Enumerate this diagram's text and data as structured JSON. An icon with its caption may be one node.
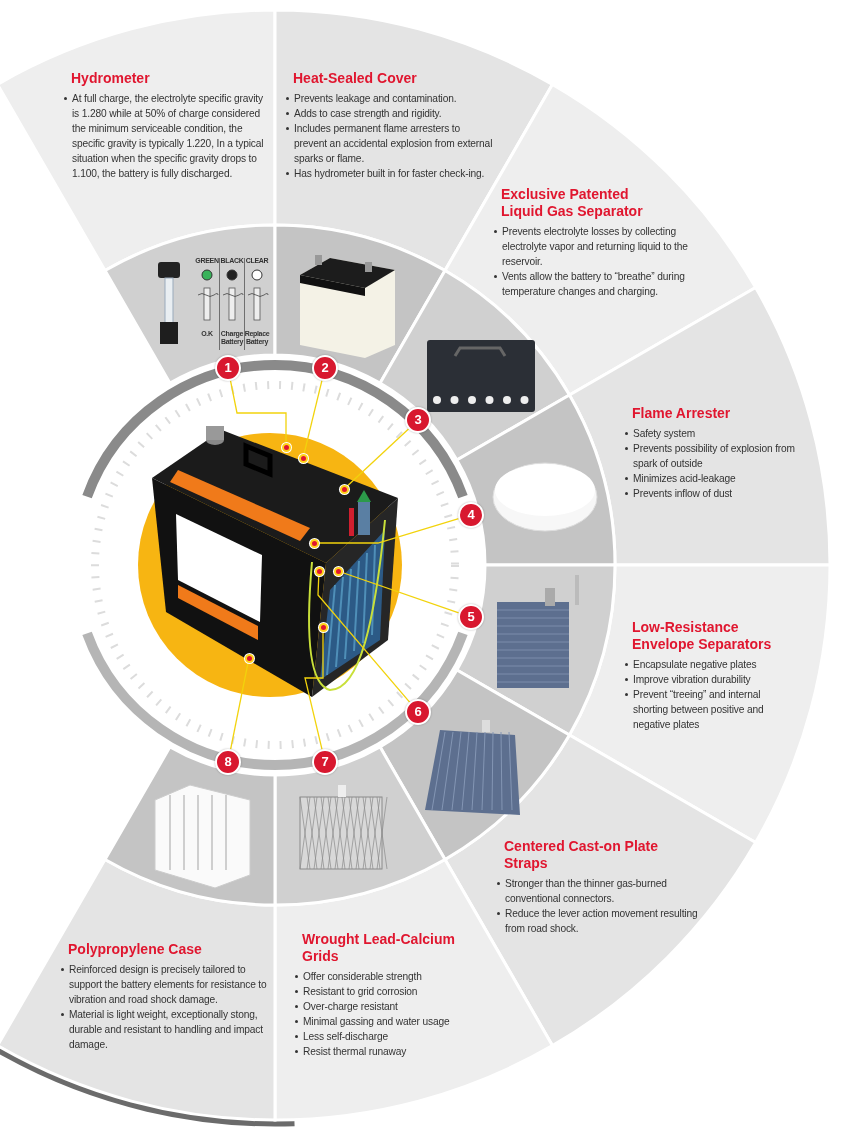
{
  "diagram": {
    "nodes": [
      {
        "text": [
          "Hydrometer",
          "At full charge, the electrolyte specific gravity is 1.280 while at 50% of charge considered the minimum serviceable condition, the specific gravity is typically 1.220, In a typical situation when the specific gravity drops to 1.100, the battery is fully discharged."
        ]
      },
      {
        "text": [
          "Heat-Sealed Cover",
          "Prevents leakage and contamination.",
          "Adds to case strength and rigidity.",
          "Includes permanent flame arresters to prevent an accidental explosion from external sparks or flame.",
          "Has hydrometer built in for faster check-ing."
        ]
      },
      {
        "text": [
          "Exclusive Patented Liquid Gas Separator",
          "Prevents electrolyte losses by collecting electrolyte vapor and returning liquid to the reservoir.",
          "Vents allow the battery to “breathe” during temperature changes and charging."
        ]
      },
      {
        "text": [
          "Flame Arrester",
          "Safety system",
          "Prevents possibility of explosion from spark of outside",
          "Minimizes acid-leakage",
          "Prevents inflow of dust"
        ]
      },
      {
        "text": [
          "Low-Resistance Envelope Separators",
          "Encapsulate negative plates",
          "Improve vibration durability",
          "Prevent “treeing” and internal shorting between positive and negative plates"
        ]
      },
      {
        "text": [
          "Centered Cast-on Plate Straps",
          "Stronger than the thinner gas-burned conventional connectors.",
          "Reduce the lever action movement resulting from road shock."
        ]
      },
      {
        "text": [
          "Wrought Lead-Calcium Grids",
          "Offer considerable strength",
          "Resistant to grid corrosion",
          "Over-charge resistant",
          "Minimal gassing and water usage",
          "Less self-discharge",
          "Resist thermal runaway"
        ]
      },
      {
        "text": [
          "Polypropylene Case",
          "Reinforced design is precisely tailored to support the battery elements for resistance to vibration and road shock damage.",
          "Material is light weight, exceptionally stong, durable and resistant to handling and impact damage."
        ]
      },
      {
        "text": [
          "1"
        ]
      },
      {
        "text": [
          "2"
        ]
      },
      {
        "text": [
          "3"
        ]
      },
      {
        "text": [
          "4"
        ]
      },
      {
        "text": [
          "5"
        ]
      },
      {
        "text": [
          "6"
        ]
      },
      {
        "text": [
          "7"
        ]
      },
      {
        "text": [
          "8"
        ]
      },
      {
        "text": [],
        "shape": "circle"
      },
      {
        "text": [],
        "shape": "circle"
      },
      {
        "text": [],
        "shape": "circle"
      },
      {
        "text": [],
        "shape": "circle"
      },
      {
        "text": [],
        "shape": "circle"
      },
      {
        "text": [],
        "shape": "circle"
      },
      {
        "text": [],
        "shape": "circle"
      },
      {
        "text": [],
        "shape": "circle"
      }
    ],
    "edges": [
      {
        "from": 8,
        "to": 16,
        "arrow": "none"
      },
      {
        "from": 9,
        "to": 17,
        "arrow": "none"
      },
      {
        "from": 10,
        "to": 18,
        "arrow": "none"
      },
      {
        "from": 11,
        "to": 19,
        "arrow": "none"
      },
      {
        "from": 12,
        "to": 20,
        "arrow": "none"
      },
      {
        "from": 13,
        "to": 21,
        "arrow": "none"
      },
      {
        "from": 14,
        "to": 22,
        "arrow": "none"
      },
      {
        "from": 15,
        "to": 23,
        "arrow": "none"
      }
    ],
    "labels": [
      "GREEN",
      "BLACK",
      "CLEAR",
      "O.K",
      "Charge Battery",
      "Replace Battery"
    ]
  }
}
